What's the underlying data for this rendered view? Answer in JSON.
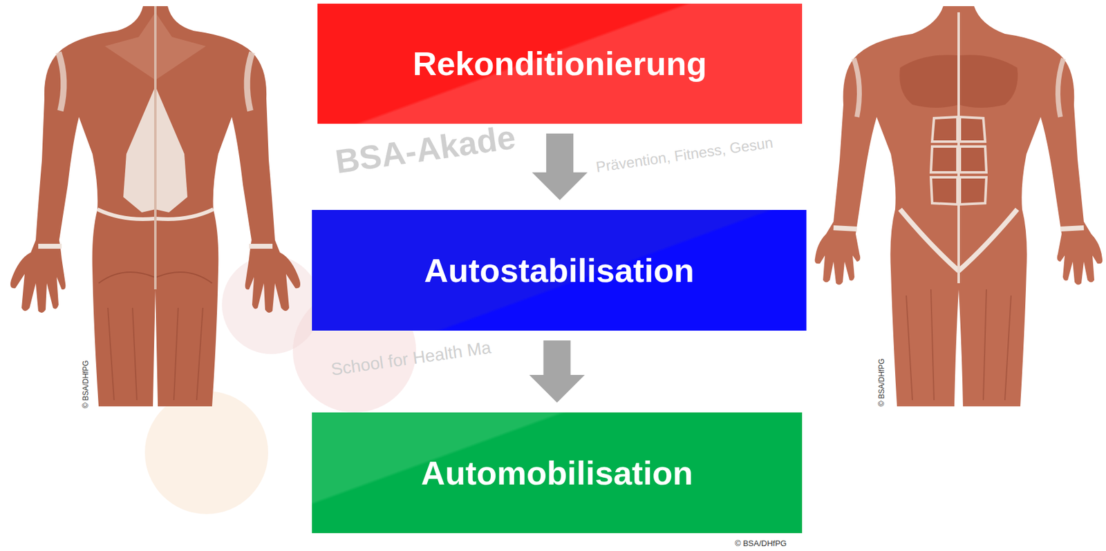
{
  "diagram": {
    "nodes": [
      {
        "text": [
          "Rekonditionierung"
        ]
      },
      {
        "text": [
          "Autostabilisation"
        ]
      },
      {
        "text": [
          "Automobilisation"
        ]
      }
    ],
    "edges": [
      {
        "from": 0,
        "to": 1,
        "arrow": "to"
      },
      {
        "from": 1,
        "to": 2,
        "arrow": "to"
      }
    ],
    "labels": [
      "BSA-Akade",
      "Prävention, Fitness, Gesun",
      "School for Health Ma",
      "© BSA/DHfPG",
      "© BSA/DHfPG",
      "© BSA/DHfPG"
    ]
  }
}
